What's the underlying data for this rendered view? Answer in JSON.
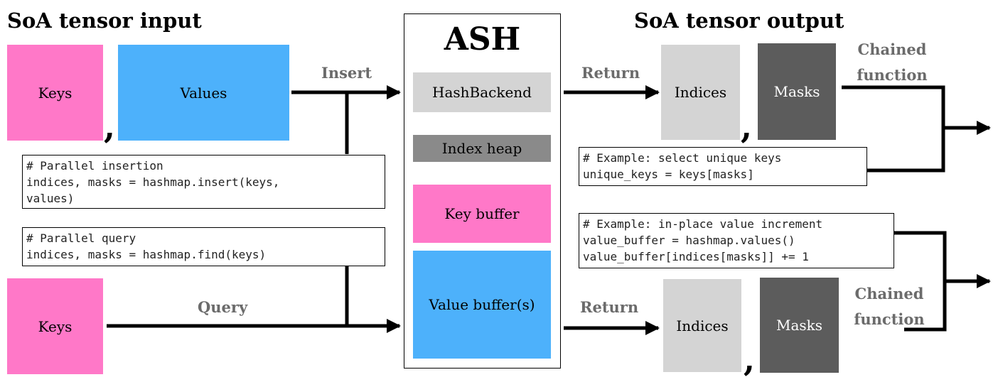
{
  "headings": {
    "input": "SoA tensor input",
    "output": "SoA tensor output",
    "ash": "ASH"
  },
  "input": {
    "keys_top": "Keys",
    "values_top": "Values",
    "keys_bottom": "Keys",
    "comma": ","
  },
  "ash": {
    "hash_backend": "HashBackend",
    "index_heap": "Index heap",
    "key_buffer": "Key buffer",
    "value_buffer": "Value buffer(s)"
  },
  "edges": {
    "insert": "Insert",
    "query": "Query",
    "return_top": "Return",
    "return_bottom": "Return"
  },
  "output": {
    "top": {
      "indices": "Indices",
      "masks": "Masks",
      "comma": ","
    },
    "bottom": {
      "indices": "Indices",
      "masks": "Masks",
      "comma": ","
    },
    "chained_top": [
      "Chained",
      "function"
    ],
    "chained_bottom": [
      "Chained",
      "function"
    ]
  },
  "code": {
    "insertion": [
      "# Parallel insertion",
      "indices, masks = hashmap.insert(keys,",
      "values)"
    ],
    "query": [
      "# Parallel query",
      "indices, masks = hashmap.find(keys)"
    ],
    "unique": [
      "# Example: select unique keys",
      "unique_keys = keys[masks]"
    ],
    "increment": [
      "# Example: in-place value increment",
      "value_buffer = hashmap.values()",
      "value_buffer[indices[masks]] += 1"
    ]
  },
  "colors": {
    "key_pink": "#ff78c8",
    "value_blue": "#4db1fb",
    "backend_light_gray": "#d4d4d4",
    "heap_gray": "#8a8a8a",
    "mask_dark_gray": "#5c5c5c",
    "label_gray": "#6b6b6b"
  }
}
